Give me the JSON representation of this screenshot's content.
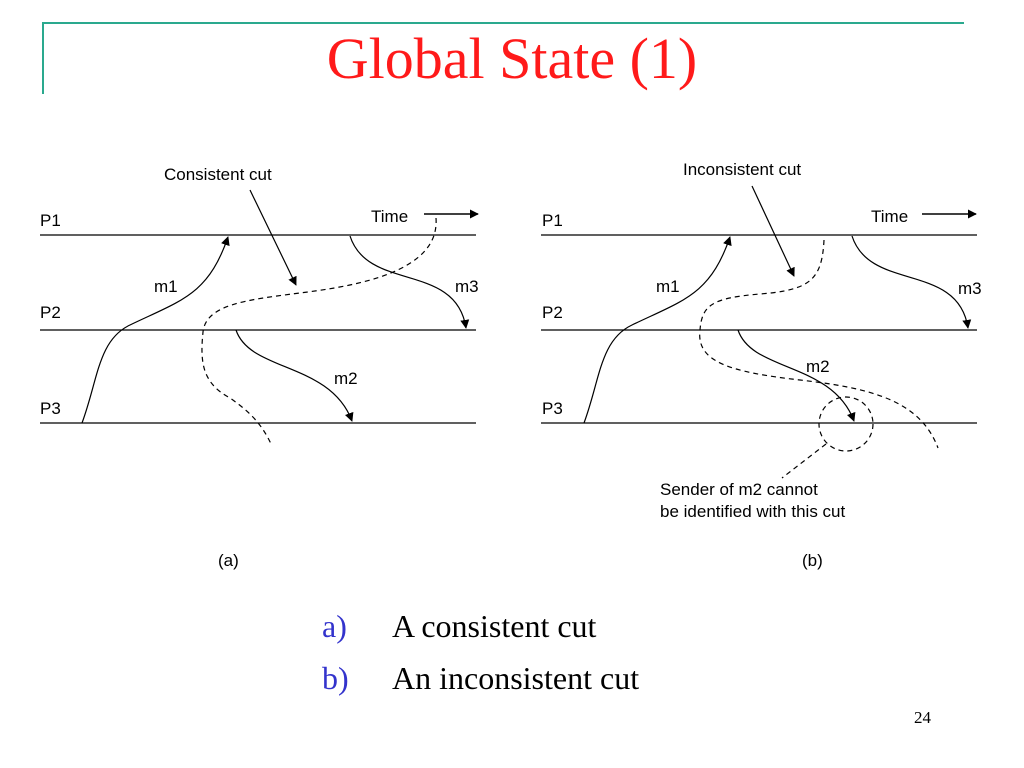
{
  "slide": {
    "title": "Global State (1)",
    "page_number": "24",
    "accent_color": "#2aa98e",
    "title_color": "#ff1a1a",
    "bullet_color": "#3333cc"
  },
  "diagram_a": {
    "process_labels": [
      "P1",
      "P2",
      "P3"
    ],
    "time_label": "Time",
    "cut_label": "Consistent cut",
    "messages": [
      "m1",
      "m2",
      "m3"
    ],
    "caption": "(a)"
  },
  "diagram_b": {
    "process_labels": [
      "P1",
      "P2",
      "P3"
    ],
    "time_label": "Time",
    "cut_label": "Inconsistent cut",
    "messages": [
      "m1",
      "m2",
      "m3"
    ],
    "note_line1": "Sender of m2 cannot",
    "note_line2": "be identified with this cut",
    "caption": "(b)"
  },
  "bullets": [
    {
      "marker": "a)",
      "text": "A consistent cut"
    },
    {
      "marker": "b)",
      "text": "An inconsistent cut"
    }
  ]
}
